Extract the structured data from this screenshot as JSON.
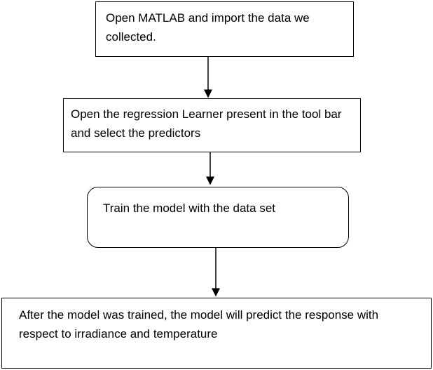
{
  "steps": [
    {
      "text": "Open MATLAB and import the data we collected."
    },
    {
      "text": "Open the regression Learner present in the tool bar and select the predictors"
    },
    {
      "text": "Train the model with the data set"
    },
    {
      "text": "After the model was trained, the model will predict the response with respect to irradiance and temperature"
    }
  ]
}
